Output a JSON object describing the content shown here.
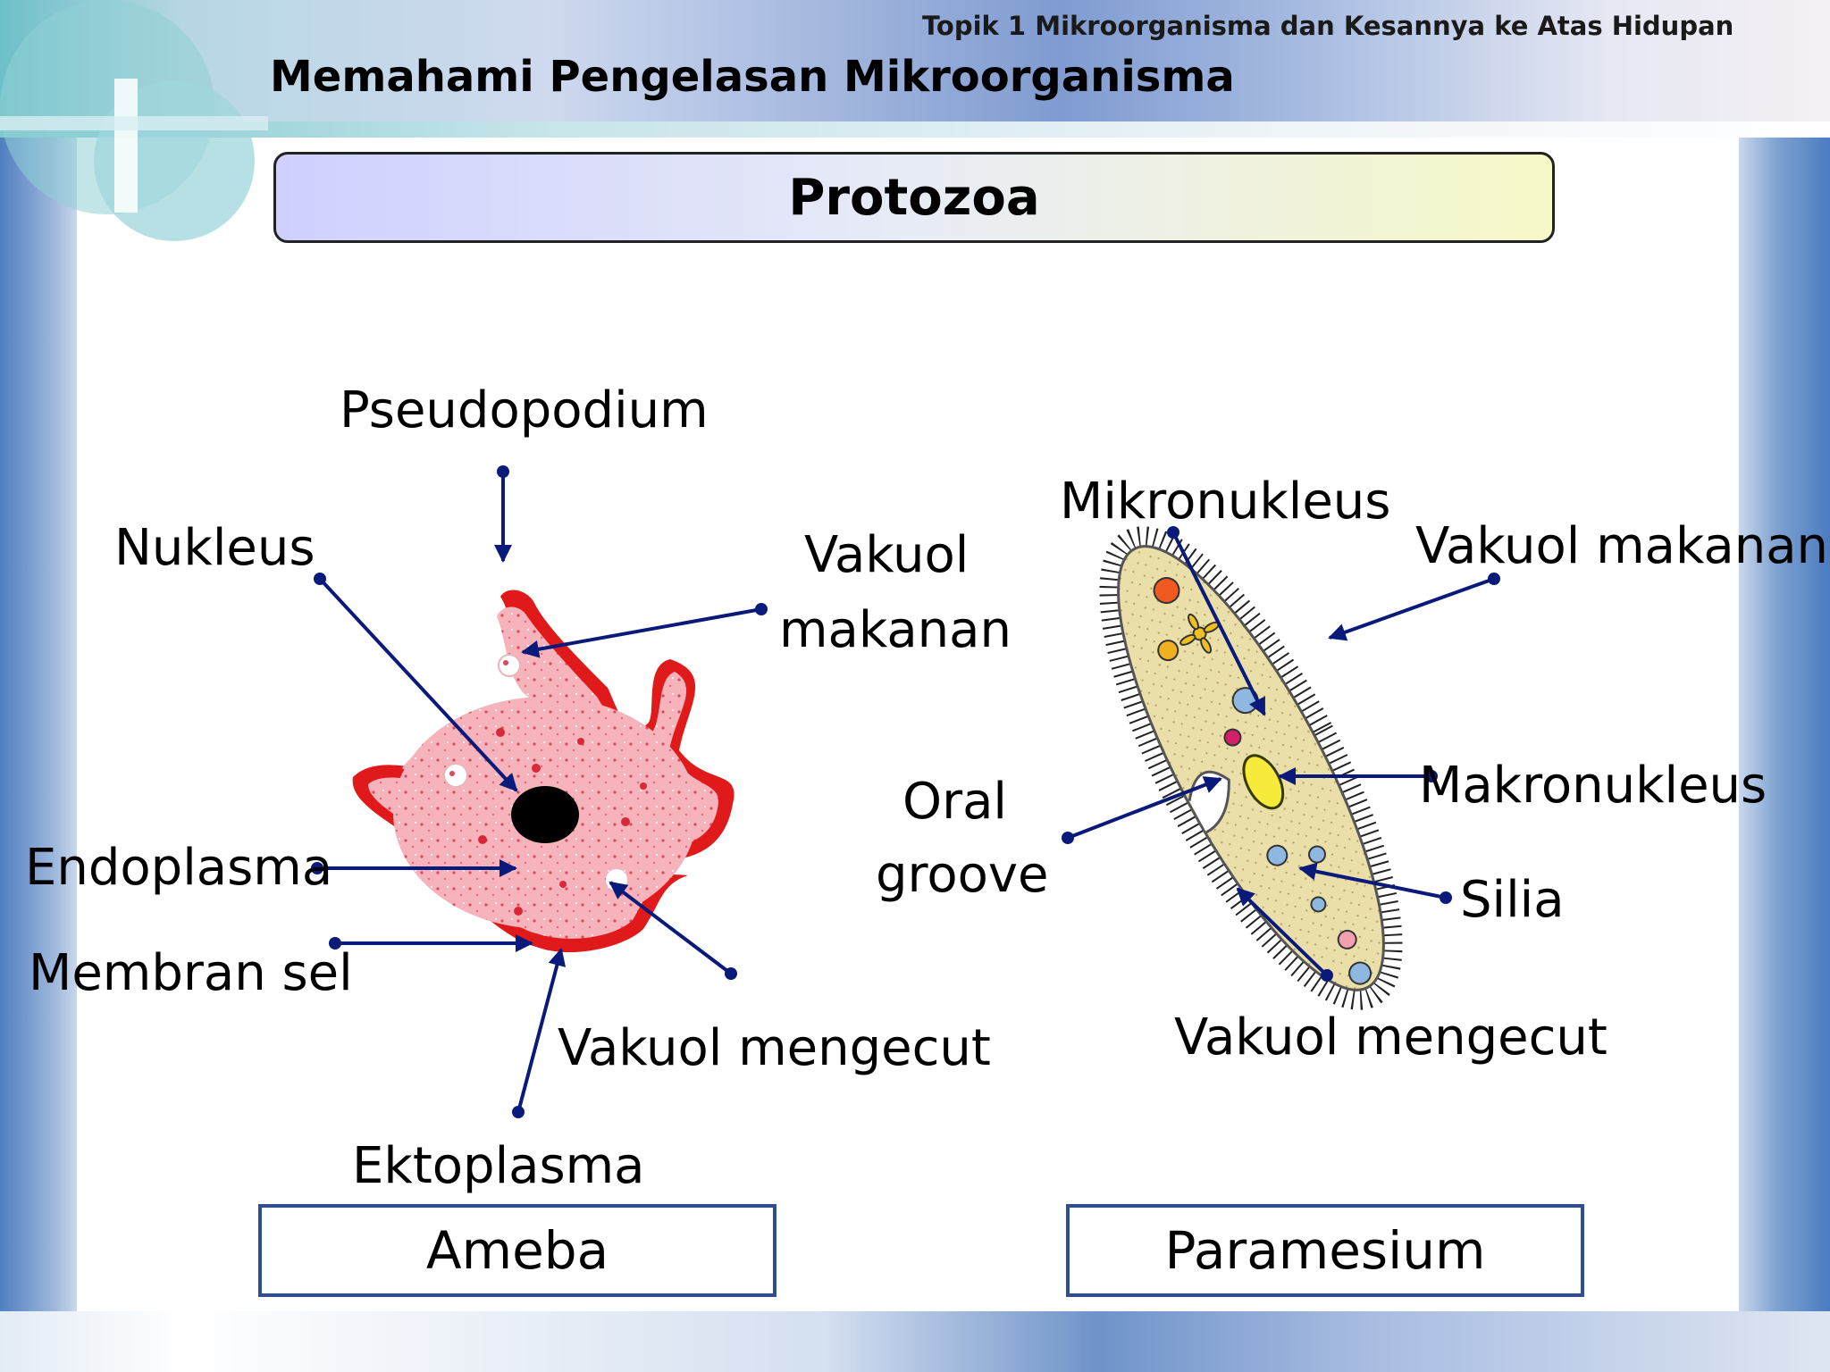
{
  "header": {
    "topic": "Topik 1 Mikroorganisma dan Kesannya ke Atas Hidupan",
    "title": "Memahami Pengelasan Mikroorganisma"
  },
  "banner": {
    "title": "Protozoa"
  },
  "ameba": {
    "name": "Ameba",
    "labels": {
      "pseudopodium": "Pseudopodium",
      "nukleus": "Nukleus",
      "vakuol_makanan_1": "Vakuol",
      "vakuol_makanan_2": "makanan",
      "endoplasma": "Endoplasma",
      "membran_sel": "Membran sel",
      "vakuol_mengecut": "Vakuol mengecut",
      "ektoplasma": "Ektoplasma"
    }
  },
  "paramesium": {
    "name": "Paramesium",
    "labels": {
      "mikronukleus": "Mikronukleus",
      "vakuol_makanan": "Vakuol makanan",
      "oral_groove_1": "Oral",
      "oral_groove_2": "groove",
      "makronukleus": "Makronukleus",
      "silia": "Silia",
      "vakuol_mengecut": "Vakuol mengecut"
    }
  },
  "colors": {
    "arrow": "#0a1a7a",
    "ameba_membrane": "#e01a1a",
    "ameba_cytoplasm": "#f4a6ad",
    "paramesium_body": "#e9dfa6",
    "box_border": "#2f4f8f"
  }
}
